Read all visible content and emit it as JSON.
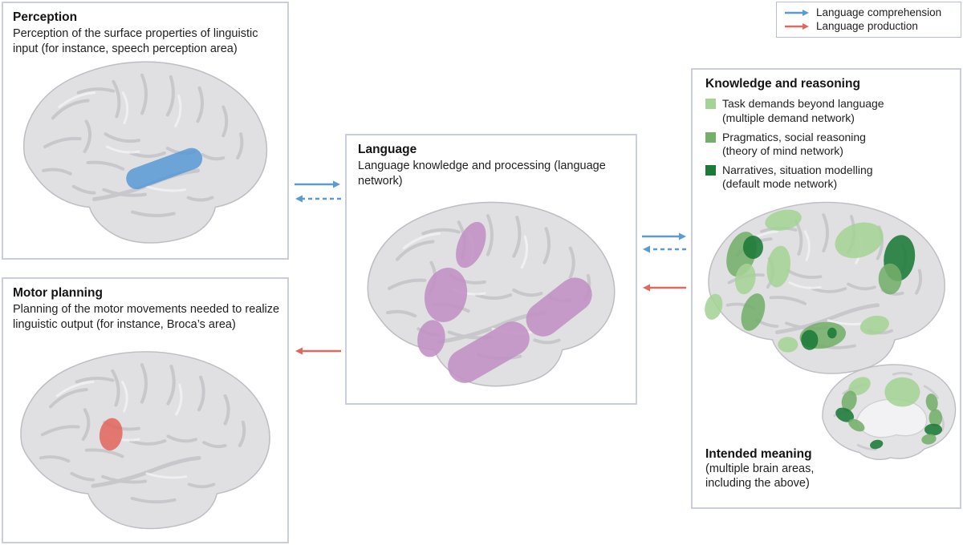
{
  "figure": {
    "description_domain": "Brain language-processing diagram"
  },
  "colors": {
    "blue": "#5B9BD5",
    "red": "#E0685E",
    "purple": "#C28FC4",
    "greenLight": "#A5D395",
    "greenMid": "#74AE6B",
    "greenDark": "#1B7A37",
    "border": "#C9CDDE",
    "brain": "#E0E0E2",
    "sulci": "#C5C5CA"
  },
  "legend": {
    "items": [
      {
        "label": "Language comprehension",
        "arrow_color": "#5B9BD5",
        "style": "solid"
      },
      {
        "label": "Language production",
        "arrow_color": "#E0685E",
        "style": "solid"
      }
    ]
  },
  "boxes": {
    "perception": {
      "title": "Perception",
      "description": "Perception of the surface properties of linguistic input (for instance, speech perception area)",
      "highlight_color": "#5B9BD5"
    },
    "motor": {
      "title": "Motor planning",
      "description": "Planning of the motor movements needed to realize linguistic output (for instance, Broca’s area)",
      "highlight_color": "#E0685E"
    },
    "language": {
      "title": "Language",
      "description": "Language knowledge and processing (language network)",
      "highlight_color": "#C28FC4"
    },
    "knowledge": {
      "title": "Knowledge and reasoning",
      "items": [
        {
          "label": "Task demands beyond language",
          "sublabel": "(multiple demand network)",
          "color": "#A5D395"
        },
        {
          "label": "Pragmatics, social reasoning",
          "sublabel": "(theory of mind network)",
          "color": "#74AE6B"
        },
        {
          "label": "Narratives, situation modelling",
          "sublabel": "(default mode network)",
          "color": "#1B7A37"
        }
      ],
      "footer_title": "Intended meaning",
      "footer_description": "(multiple brain areas, including the above)"
    }
  },
  "connections": [
    {
      "between": "perception-language",
      "arrows": [
        {
          "type": "Language comprehension",
          "style": "solid",
          "direction": "perception-to-language"
        },
        {
          "type": "Language comprehension",
          "style": "dashed",
          "direction": "language-to-perception"
        }
      ]
    },
    {
      "between": "language-knowledge",
      "arrows": [
        {
          "type": "Language comprehension",
          "style": "solid",
          "direction": "language-to-knowledge"
        },
        {
          "type": "Language comprehension",
          "style": "dashed",
          "direction": "knowledge-to-language"
        },
        {
          "type": "Language production",
          "style": "solid",
          "direction": "knowledge-to-language"
        }
      ]
    },
    {
      "between": "language-motor",
      "arrows": [
        {
          "type": "Language production",
          "style": "solid",
          "direction": "language-to-motor"
        }
      ]
    }
  ]
}
